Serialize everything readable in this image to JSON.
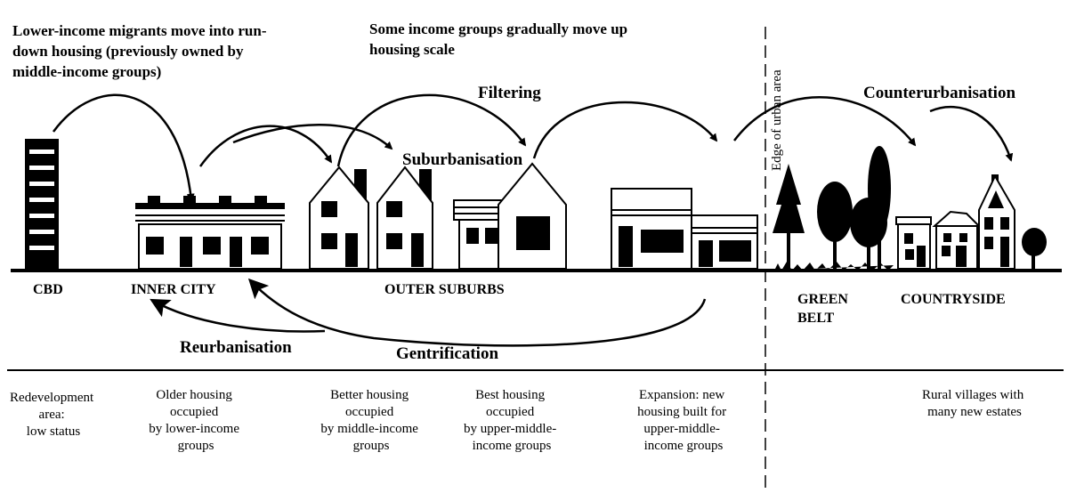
{
  "header": {
    "left_note": [
      "Lower-income migrants move into run-",
      "down housing (previously owned by",
      "middle-income groups)"
    ],
    "right_note": [
      "Some income groups gradually move up",
      "housing scale"
    ]
  },
  "processes": {
    "filtering": "Filtering",
    "suburbanisation": "Suburbanisation",
    "counterurbanisation": "Counterurbanisation",
    "reurbanisation": "Reurbanisation",
    "gentrification": "Gentrification"
  },
  "edge_label": "Edge of urban area",
  "zones": {
    "cbd": "CBD",
    "inner_city": "INNER CITY",
    "outer_suburbs": "OUTER SUBURBS",
    "green_belt": [
      "GREEN",
      "BELT"
    ],
    "countryside": "COUNTRYSIDE"
  },
  "descriptions": {
    "cbd": [
      "Redevelopment",
      "area:",
      "low  status"
    ],
    "older": [
      "Older housing",
      "occupied",
      "by lower-income",
      "groups"
    ],
    "better": [
      "Better housing",
      "occupied",
      "by middle-income",
      "groups"
    ],
    "best": [
      "Best housing",
      "occupied",
      "by upper-middle-",
      "income groups"
    ],
    "expansion": [
      "Expansion: new",
      "housing built for",
      "upper-middle-",
      "income groups"
    ],
    "rural": [
      "Rural villages with",
      "many new estates"
    ]
  },
  "colors": {
    "ink": "#000000",
    "background": "#ffffff"
  }
}
